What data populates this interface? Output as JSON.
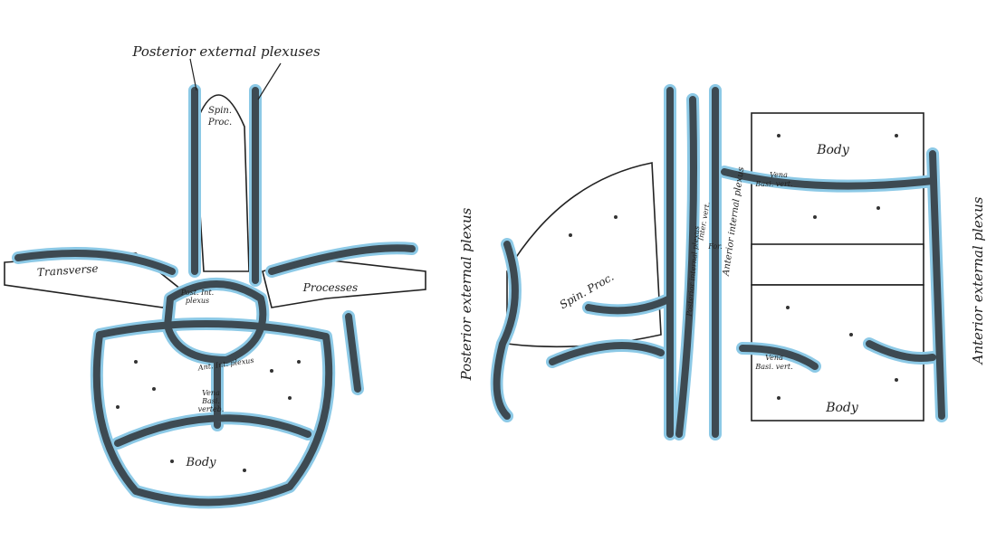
{
  "labels": {
    "posterior_external_plexuses": "Posterior external plexuses",
    "spin_proc_left_1": "Spin.",
    "spin_proc_left_2": "Proc.",
    "transverse": "Transverse",
    "processes": "Processes",
    "post_int_plexus_1": "Post. Int.",
    "post_int_plexus_2": "plexus",
    "ant_int_plexus_left": "Ant. Int. plexus",
    "vena_basi_left_1": "Vena",
    "vena_basi_left_2": "Basi.",
    "vena_basi_left_3": "verteb.",
    "body_left": "Body",
    "posterior_external_plexus": "Posterior external plexus",
    "spin_proc_right": "Spin. Proc.",
    "posterior_internal_plexus": "Posterior internal plexus",
    "inter_vert_for_1": "Inter. vert.",
    "inter_vert_for_2": "For.",
    "anterior_internal_plexus": "Anterior internal plexus",
    "body_right_top": "Body",
    "vena_basi_top_1": "Vena",
    "vena_basi_top_2": "Basi. vert.",
    "vena_basi_bottom_1": "Vena",
    "vena_basi_bottom_2": "Basi. vert.",
    "body_right_bottom": "Body",
    "anterior_external_plexus": "Anterior external plexus"
  },
  "colors": {
    "vein_blue": "#8cc9e6",
    "vein_dark": "#3d4a52",
    "ink": "#222222"
  }
}
